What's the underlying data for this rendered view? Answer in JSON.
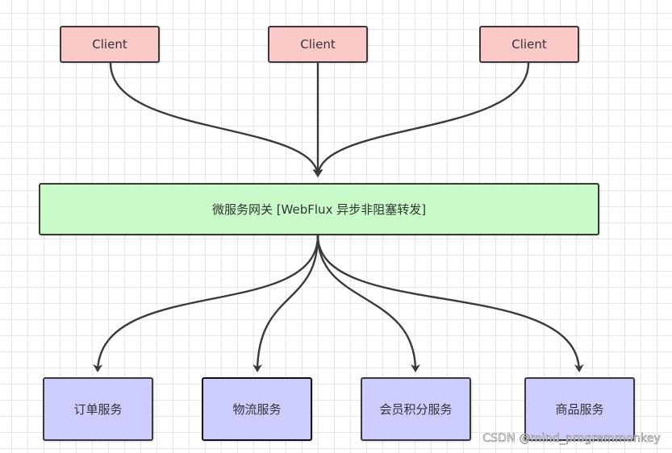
{
  "clients": [
    {
      "label": "Client"
    },
    {
      "label": "Client"
    },
    {
      "label": "Client"
    }
  ],
  "gateway": {
    "label": "微服务网关 [WebFlux 异步非阻塞转发]"
  },
  "services": [
    {
      "label": "订单服务"
    },
    {
      "label": "物流服务"
    },
    {
      "label": "会员积分服务"
    },
    {
      "label": "商品服务"
    }
  ],
  "watermark": "CSDN @mind_programmonkey",
  "colors": {
    "client_fill": "#fcc9c9",
    "gateway_fill": "#c8fbc8",
    "service_fill": "#cccdfd",
    "edge": "#3a3a3a"
  }
}
